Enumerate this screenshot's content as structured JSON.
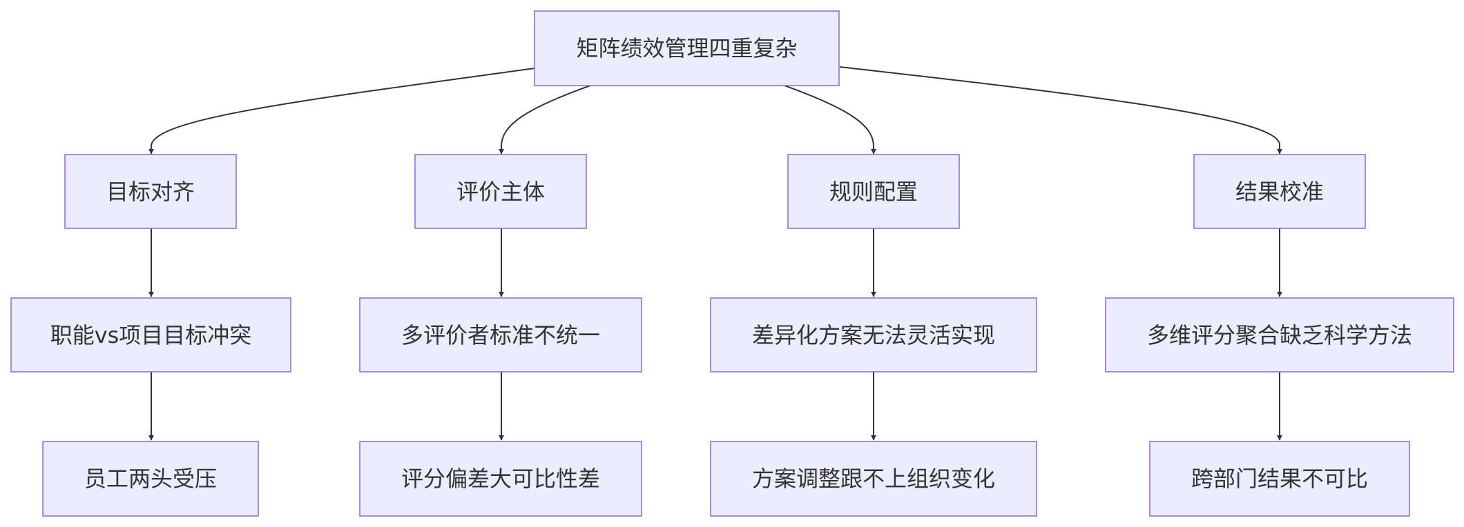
{
  "root": {
    "id": "root",
    "label": "矩阵绩效管理四重复杂"
  },
  "branches": [
    {
      "key": "target",
      "label": "目标对齐",
      "issue": "职能vs项目目标冲突",
      "result": "员工两头受压"
    },
    {
      "key": "evaluator",
      "label": "评价主体",
      "issue": "多评价者标准不统一",
      "result": "评分偏差大可比性差"
    },
    {
      "key": "rules",
      "label": "规则配置",
      "issue": "差异化方案无法灵活实现",
      "result": "方案调整跟不上组织变化"
    },
    {
      "key": "calibration",
      "label": "结果校准",
      "issue": "多维评分聚合缺乏科学方法",
      "result": "跨部门结果不可比"
    }
  ],
  "colors": {
    "node_fill": "#ececff",
    "node_stroke": "#9370db",
    "edge": "#333333",
    "text": "#333333"
  }
}
